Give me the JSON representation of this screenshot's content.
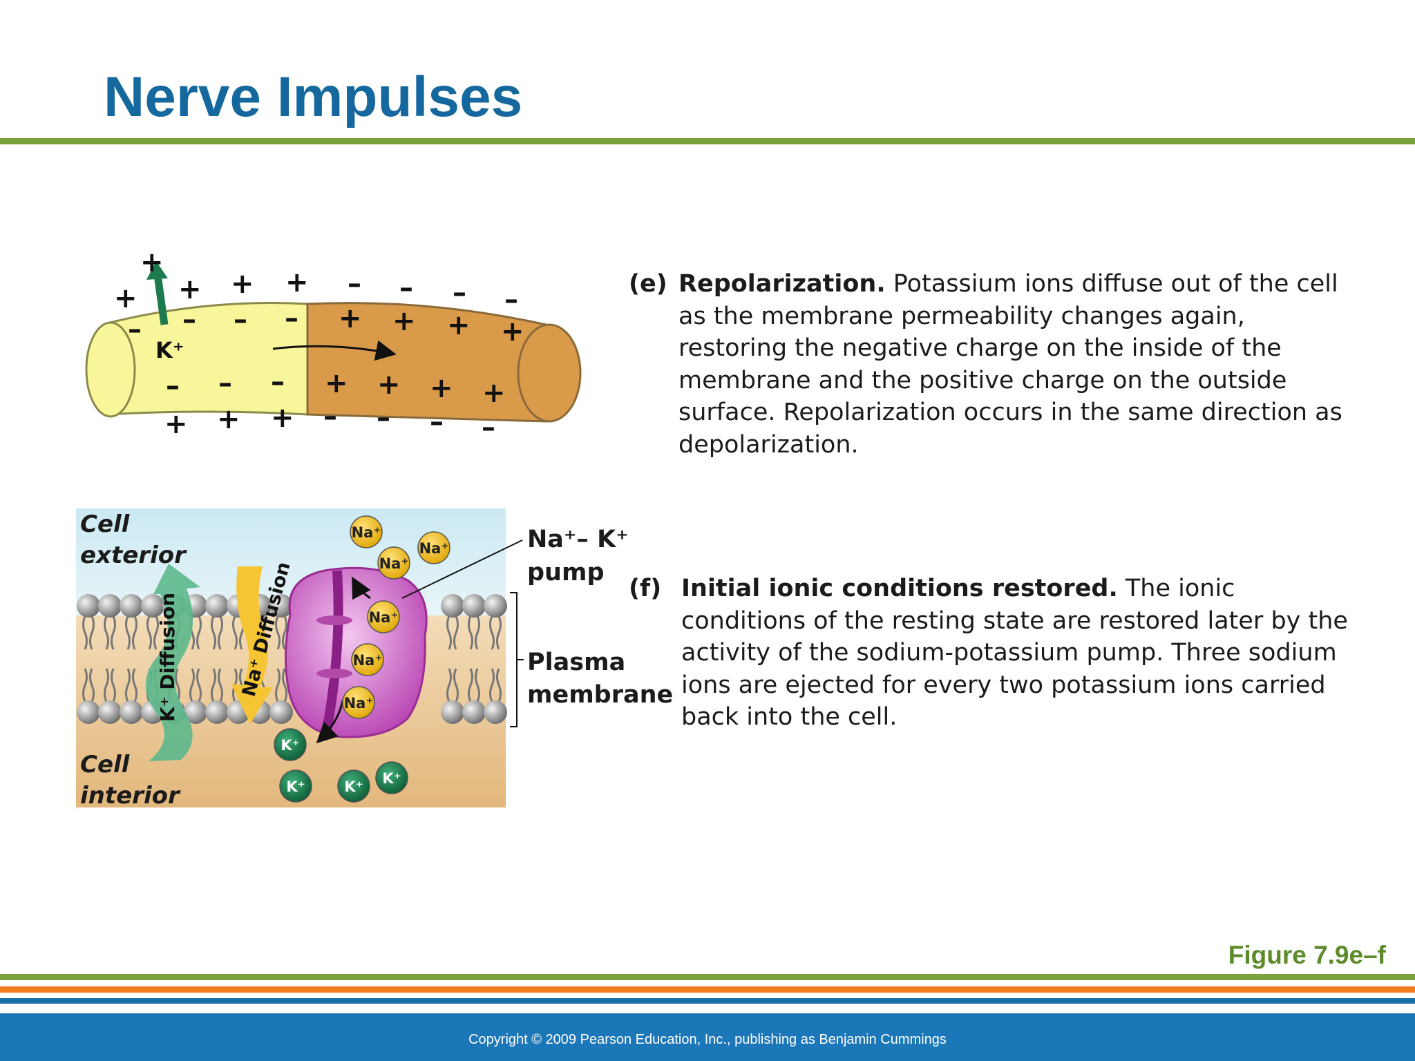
{
  "slide": {
    "title": "Nerve Impulses",
    "figure_ref": "Figure 7.9e–f",
    "copyright": "Copyright © 2009 Pearson Education, Inc., publishing as Benjamin Cummings"
  },
  "axon": {
    "ion_label": "K⁺",
    "plus": "+",
    "minus": "–"
  },
  "membrane": {
    "cell_exterior": [
      "Cell",
      "exterior"
    ],
    "cell_interior": [
      "Cell",
      "interior"
    ],
    "k_diffusion": "K⁺ Diffusion",
    "na_diffusion": "Na⁺ Diffusion",
    "pump_label": [
      "Na⁺– K⁺",
      "pump"
    ],
    "plasma_membrane": [
      "Plasma",
      "membrane"
    ],
    "na_ion": "Na⁺",
    "k_ion": "K⁺"
  },
  "panel_e": {
    "letter": "(e)",
    "heading": "Repolarization.",
    "text": "Potassium ions diffuse out of the cell as the membrane permeability changes again, restoring the negative charge on the inside of the membrane and the positive charge on the outside surface. Repolarization occurs in the same direction as depolarization."
  },
  "panel_f": {
    "letter": "(f)",
    "heading": "Initial ionic conditions restored.",
    "text": "The ionic conditions of the resting state are restored later by the activity of the sodium-potassium pump. Three sodium ions are ejected for every two potassium ions carried back into the cell."
  },
  "colors": {
    "title": "#15689e",
    "green_rule": "#7aa13b",
    "orange_rule": "#f07a1c",
    "footer": "#1b77b8",
    "figure_ref": "#5e8b2a"
  }
}
